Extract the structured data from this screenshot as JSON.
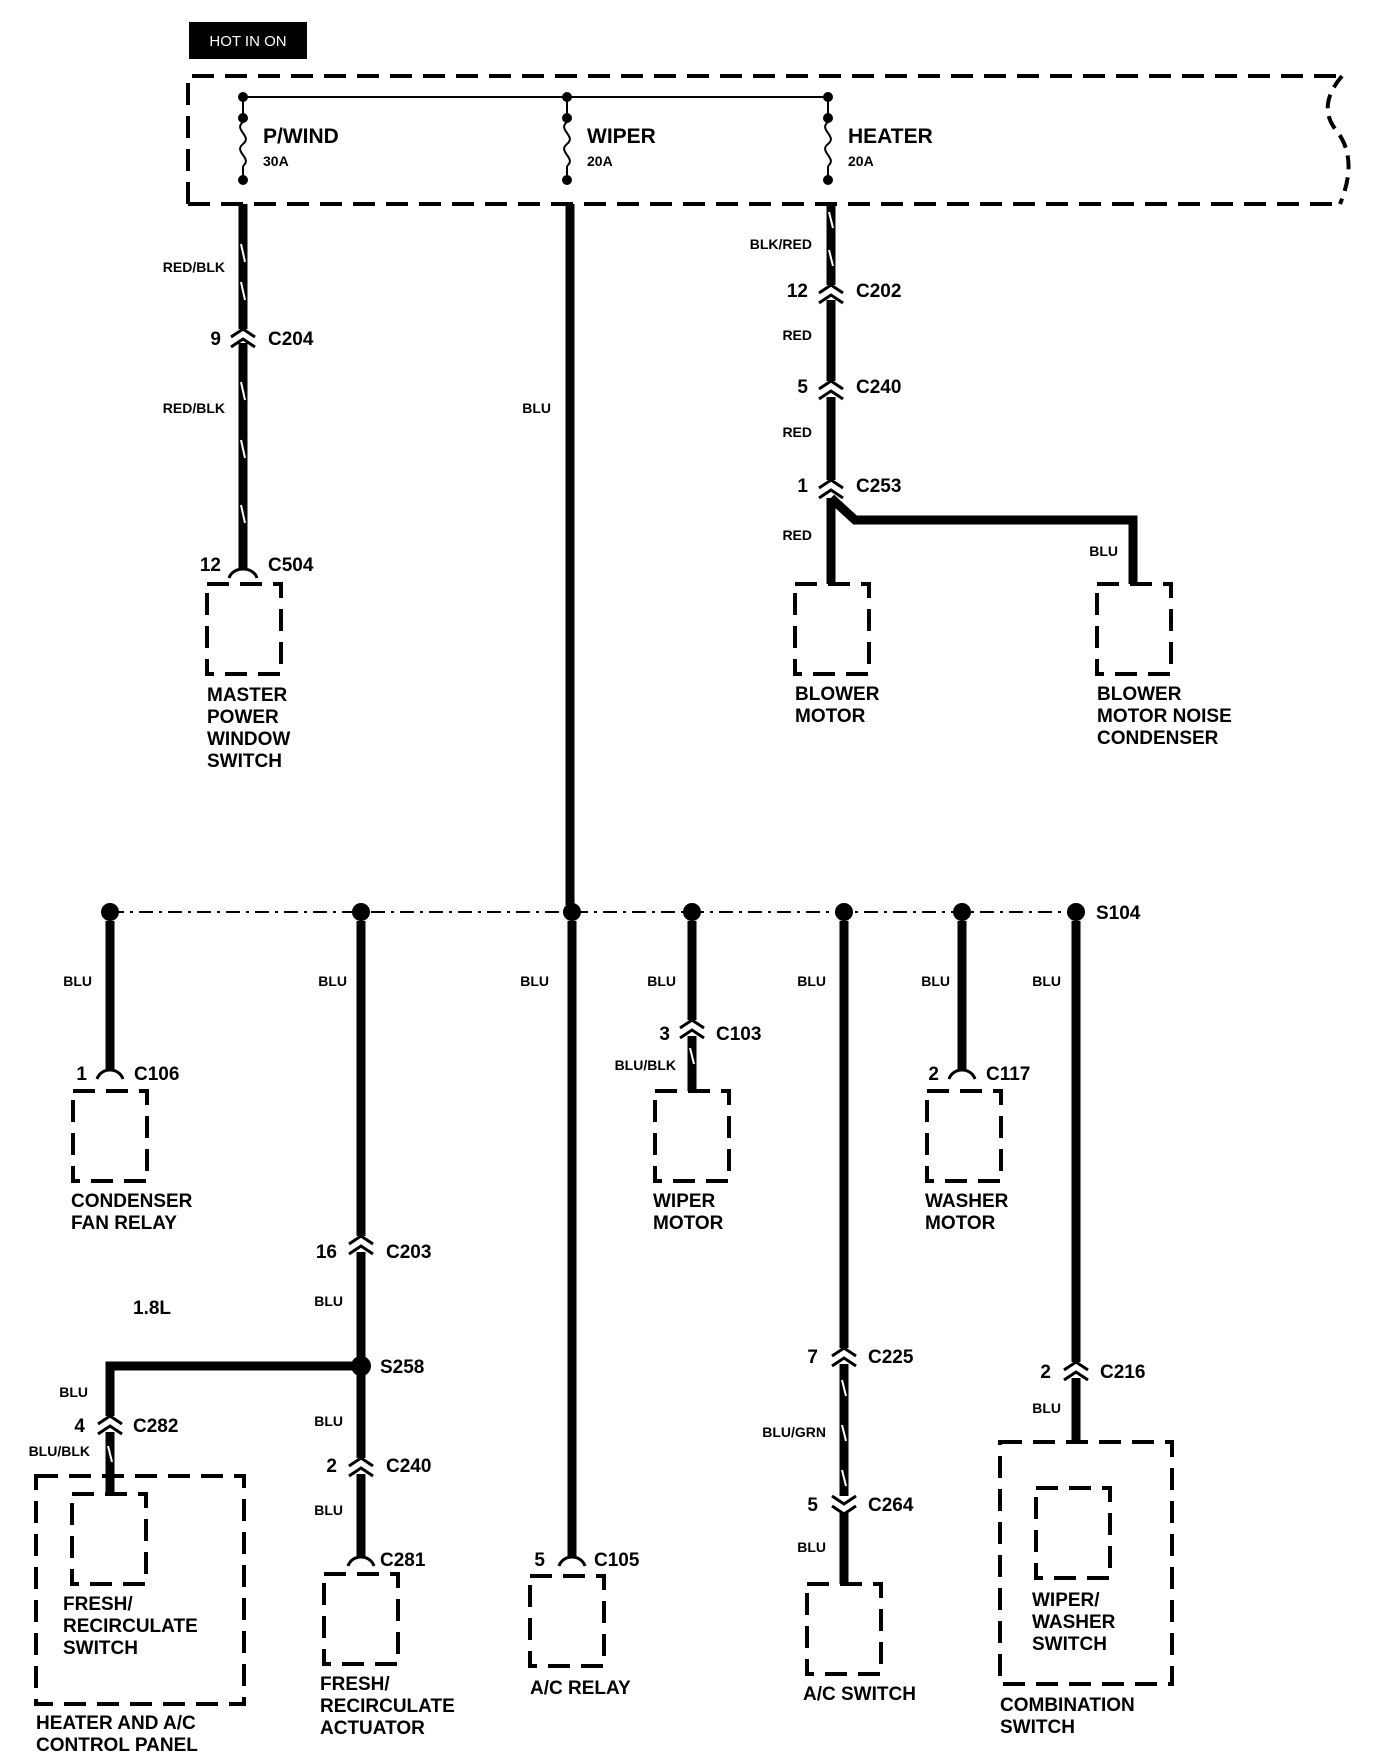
{
  "header": {
    "label": "HOT IN ON"
  },
  "fuses": [
    {
      "name": "P/WIND",
      "rating": "30A"
    },
    {
      "name": "WIPER",
      "rating": "20A"
    },
    {
      "name": "HEATER",
      "rating": "20A"
    }
  ],
  "wire_colors": {
    "pwind_upper": "RED/BLK",
    "pwind_lower": "RED/BLK",
    "wiper_main": "BLU",
    "heater_top": "BLK/RED",
    "heater_a": "RED",
    "heater_b": "RED",
    "heater_c": "RED",
    "condenser_branch": "BLU",
    "br1": "BLU",
    "br2": "BLU",
    "br3": "BLU",
    "br4": "BLU",
    "br4b": "BLU/BLK",
    "br5": "BLU",
    "br6": "BLU",
    "br7": "BLU",
    "c203_below": "BLU",
    "s258_left": "BLU",
    "c282_below": "BLU/BLK",
    "s258_below": "BLU",
    "c240b_below": "BLU",
    "c225_below": "BLU/GRN",
    "c264_below": "BLU",
    "c216_below": "BLU"
  },
  "connectors": {
    "c204": {
      "id": "C204",
      "pin": "9"
    },
    "c504": {
      "id": "C504",
      "pin": "12"
    },
    "c202": {
      "id": "C202",
      "pin": "12"
    },
    "c240a": {
      "id": "C240",
      "pin": "5"
    },
    "c253": {
      "id": "C253",
      "pin": "1"
    },
    "c106": {
      "id": "C106",
      "pin": "1"
    },
    "c103": {
      "id": "C103",
      "pin": "3"
    },
    "c117": {
      "id": "C117",
      "pin": "2"
    },
    "c203": {
      "id": "C203",
      "pin": "16"
    },
    "c282": {
      "id": "C282",
      "pin": "4"
    },
    "c240b": {
      "id": "C240",
      "pin": "2"
    },
    "c281": {
      "id": "C281",
      "pin": ""
    },
    "c105": {
      "id": "C105",
      "pin": "5"
    },
    "c225": {
      "id": "C225",
      "pin": "7"
    },
    "c264": {
      "id": "C264",
      "pin": "5"
    },
    "c216": {
      "id": "C216",
      "pin": "2"
    }
  },
  "splices": {
    "s104": "S104",
    "s258": "S258"
  },
  "engine_note": "1.8L",
  "components": {
    "master_power_window_switch": [
      "MASTER",
      "POWER",
      "WINDOW",
      "SWITCH"
    ],
    "blower_motor": [
      "BLOWER",
      "MOTOR"
    ],
    "blower_motor_noise_condenser": [
      "BLOWER",
      "MOTOR NOISE",
      "CONDENSER"
    ],
    "condenser_fan_relay": [
      "CONDENSER",
      "FAN RELAY"
    ],
    "wiper_motor": [
      "WIPER",
      "MOTOR"
    ],
    "washer_motor": [
      "WASHER",
      "MOTOR"
    ],
    "fresh_recirculate_switch": [
      "FRESH/",
      "RECIRCULATE",
      "SWITCH"
    ],
    "heater_ac_control_panel": [
      "HEATER AND A/C",
      "CONTROL PANEL"
    ],
    "fresh_recirculate_actuator": [
      "FRESH/",
      "RECIRCULATE",
      "ACTUATOR"
    ],
    "ac_relay": [
      "A/C RELAY"
    ],
    "ac_switch": [
      "A/C SWITCH"
    ],
    "wiper_washer_switch": [
      "WIPER/",
      "WASHER",
      "SWITCH"
    ],
    "combination_switch": [
      "COMBINATION",
      "SWITCH"
    ]
  }
}
